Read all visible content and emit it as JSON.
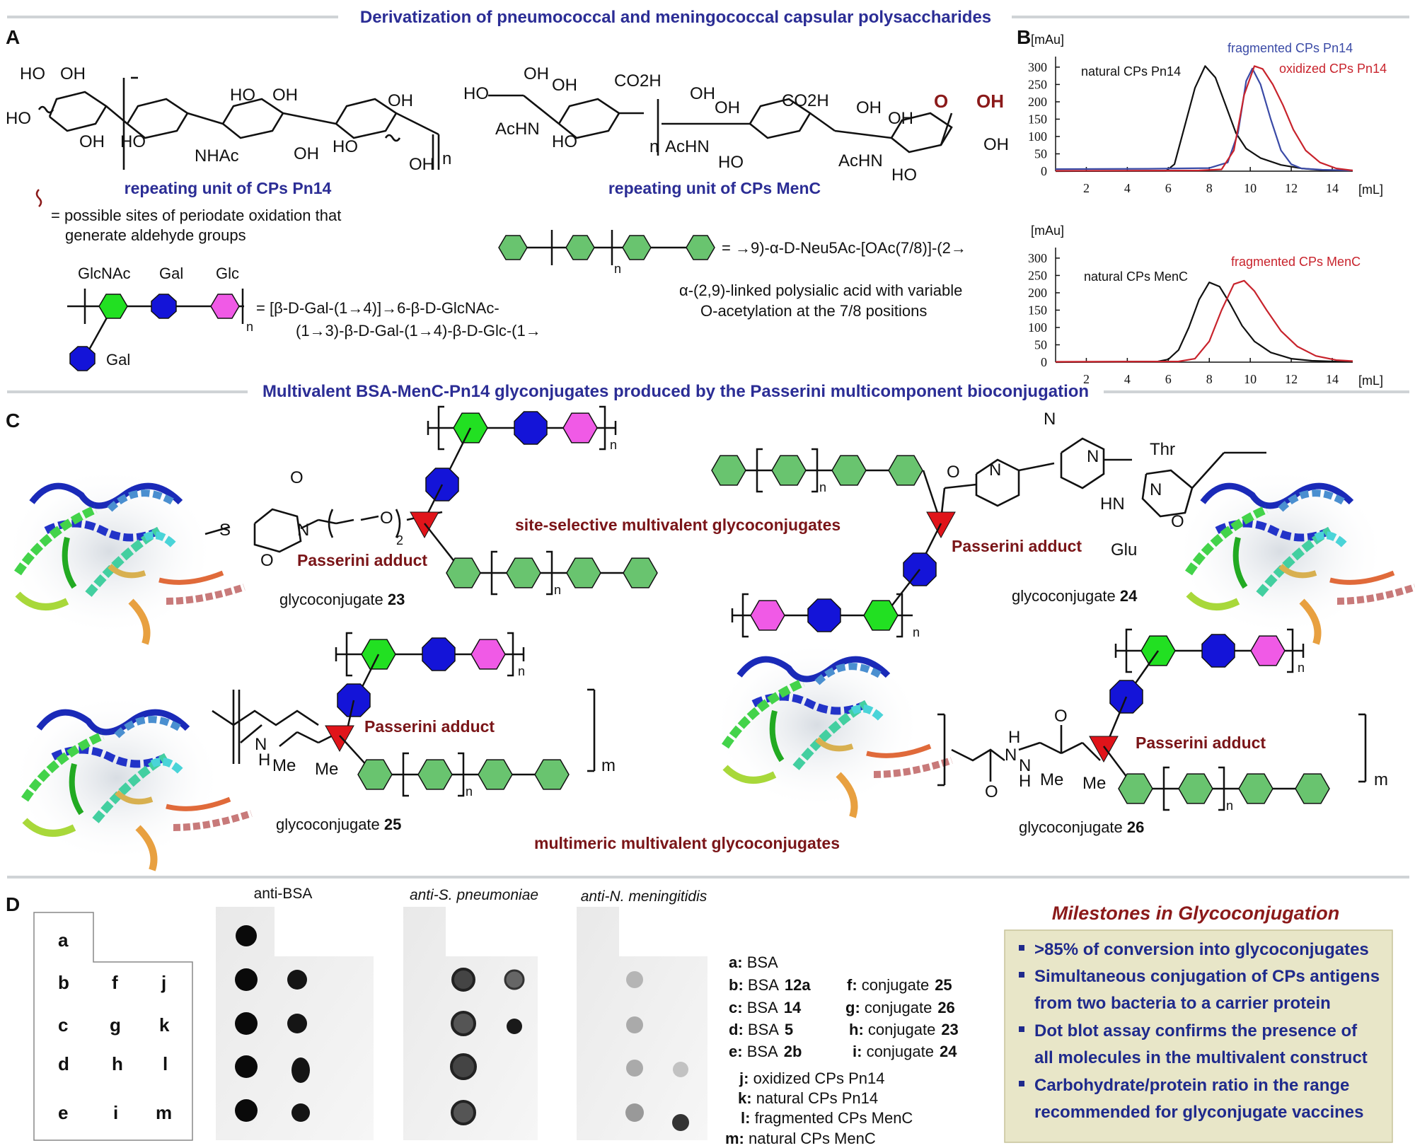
{
  "section_a_title": "Derivatization of pneumococcal and meningococcal capsular polysaccharides",
  "section_c_title": "Multivalent BSA-MenC-Pn14 glyconjugates produced by the Passerini multicomponent bioconjugation",
  "panels": {
    "a": "A",
    "b": "B",
    "c": "C",
    "d": "D"
  },
  "panel_a": {
    "pn14_caption": "repeating unit of CPs Pn14",
    "menc_caption": "repeating unit of CPs MenC",
    "oxidation_note_1": "= possible sites of periodate oxidation that",
    "oxidation_note_2": "generate aldehyde groups",
    "sugar_labels": [
      "GlcNAc",
      "Gal",
      "Glc",
      "Gal"
    ],
    "pn14_formula_1": "= [β-D-Gal-(1→4)]→6-β-D-GlcNAc-",
    "pn14_formula_2": "(1→3)-β-D-Gal-(1→4)-β-D-Glc-(1→",
    "menc_formula": "= →9)-α-D-Neu5Ac-[OAc(7/8)]-(2→",
    "menc_desc_1": "α-(2,9)-linked polysialic acid with variable",
    "menc_desc_2": "O-acetylation at the 7/8 positions",
    "chem_labels": {
      "ho": "HO",
      "oh": "OH",
      "nhac": "NHAc",
      "achn": "AcHN",
      "co2h": "CO2H",
      "o": "O",
      "n": "n"
    }
  },
  "chart_data": [
    {
      "type": "line",
      "x_unit": "[mL]",
      "y_unit": "[mAu]",
      "xlim": [
        0.5,
        15
      ],
      "ylim": [
        0,
        310
      ],
      "x_ticks": [
        "2",
        "4",
        "6",
        "8",
        "10",
        "12",
        "14"
      ],
      "y_ticks": [
        "0",
        "50",
        "100",
        "150",
        "200",
        "250",
        "300"
      ],
      "series": [
        {
          "name": "natural CPs Pn14",
          "color": "#111111",
          "x": [
            0.5,
            5.9,
            6.3,
            6.8,
            7.3,
            7.8,
            8.3,
            8.8,
            9.3,
            9.8,
            10.5,
            11.5,
            12.5,
            13.5,
            15
          ],
          "y": [
            0,
            1,
            20,
            130,
            240,
            303,
            270,
            190,
            110,
            65,
            38,
            18,
            8,
            3,
            1
          ]
        },
        {
          "name": "fragmented CPs Pn14",
          "color": "#3a4aa6",
          "x": [
            0.5,
            5.0,
            8.0,
            8.9,
            9.4,
            9.8,
            10.1,
            10.5,
            11.0,
            11.5,
            12.0,
            12.5,
            13.5,
            15
          ],
          "y": [
            6,
            7,
            9,
            25,
            110,
            260,
            296,
            250,
            150,
            60,
            20,
            8,
            4,
            2
          ]
        },
        {
          "name": "oxidized CPs Pn14",
          "color": "#c8232c",
          "x": [
            0.5,
            7.5,
            8.6,
            9.2,
            9.7,
            10.2,
            10.6,
            11.1,
            11.6,
            12.1,
            12.7,
            13.4,
            14.2,
            15
          ],
          "y": [
            1,
            2,
            5,
            60,
            220,
            303,
            295,
            250,
            190,
            120,
            60,
            25,
            8,
            2
          ]
        }
      ]
    },
    {
      "type": "line",
      "x_unit": "[mL]",
      "y_unit": "[mAu]",
      "xlim": [
        0.5,
        15
      ],
      "ylim": [
        0,
        310
      ],
      "x_ticks": [
        "2",
        "4",
        "6",
        "8",
        "10",
        "12",
        "14"
      ],
      "y_ticks": [
        "0",
        "50",
        "100",
        "150",
        "200",
        "250",
        "300"
      ],
      "series": [
        {
          "name": "natural CPs MenC",
          "color": "#111111",
          "x": [
            0.5,
            5.5,
            6.0,
            6.5,
            7.0,
            7.5,
            8.0,
            8.5,
            9.0,
            9.6,
            10.2,
            11.0,
            12.0,
            13.0,
            14.0,
            15
          ],
          "y": [
            0,
            2,
            8,
            35,
            100,
            180,
            230,
            218,
            170,
            105,
            60,
            28,
            10,
            4,
            2,
            1
          ]
        },
        {
          "name": "fragmented CPs MenC",
          "color": "#c8232c",
          "x": [
            0.5,
            6.5,
            7.3,
            8.0,
            8.6,
            9.2,
            9.7,
            10.2,
            10.8,
            11.5,
            12.3,
            13.2,
            14.2,
            15
          ],
          "y": [
            1,
            2,
            10,
            60,
            150,
            225,
            235,
            205,
            150,
            90,
            45,
            18,
            6,
            3
          ]
        }
      ]
    }
  ],
  "panel_c": {
    "passerini": "Passerini adduct",
    "site_selective": "site-selective multivalent glycoconjugates",
    "multimeric": "multimeric multivalent glycoconjugates",
    "gc_prefix": "glycoconjugate",
    "numbers": [
      "23",
      "24",
      "25",
      "26"
    ],
    "labels": {
      "s": "S",
      "n": "N",
      "nh": "NH",
      "hn": "HN",
      "h": "H",
      "me": "Me",
      "thr": "Thr",
      "glu": "Glu",
      "m": "m",
      "two": "2",
      "o": "O"
    }
  },
  "panel_d": {
    "blot_titles": [
      "anti-BSA",
      "anti-S. pneumoniae",
      "anti-N. meningitidis"
    ],
    "grid_letters": [
      "a",
      "b",
      "f",
      "j",
      "c",
      "g",
      "k",
      "d",
      "h",
      "l",
      "e",
      "i",
      "m"
    ],
    "legend": [
      {
        "key": "a:",
        "text": "BSA",
        "num": ""
      },
      {
        "key": "b:",
        "text": "BSA",
        "num": "12a"
      },
      {
        "key": "c:",
        "text": "BSA",
        "num": "14"
      },
      {
        "key": "d:",
        "text": "BSA",
        "num": "5"
      },
      {
        "key": "e:",
        "text": "BSA",
        "num": "2b"
      },
      {
        "key": "f:",
        "text": "conjugate",
        "num": "25"
      },
      {
        "key": "g:",
        "text": "conjugate",
        "num": "26"
      },
      {
        "key": "h:",
        "text": "conjugate",
        "num": "23"
      },
      {
        "key": "i:",
        "text": "conjugate",
        "num": "24"
      },
      {
        "key": "j:",
        "text": "oxidized CPs Pn14",
        "num": ""
      },
      {
        "key": "k:",
        "text": "natural CPs Pn14",
        "num": ""
      },
      {
        "key": "l:",
        "text": "fragmented CPs MenC",
        "num": ""
      },
      {
        "key": "m:",
        "text": "natural CPs MenC",
        "num": ""
      }
    ],
    "milestones_title": "Milestones in Glycoconjugation",
    "milestones": [
      ">85% of conversion into glycoconjugates",
      "Simultaneous conjugation of CPs antigens",
      "from two bacteria to a carrier protein",
      "Dot blot assay confirms the presence of",
      "all molecules in the multivalent construct",
      "Carbohydrate/protein ratio in the range",
      "recommended for glyconjugate vaccines"
    ]
  },
  "colors": {
    "glcnac": "#22e022",
    "gal": "#1414d8",
    "glc": "#f05ae6",
    "neu5ac": "#69c46f",
    "passerini": "#e0141a",
    "header": "#2b2d95",
    "dark_red": "#7a1518",
    "milestone_box": "#e8e6c8"
  }
}
